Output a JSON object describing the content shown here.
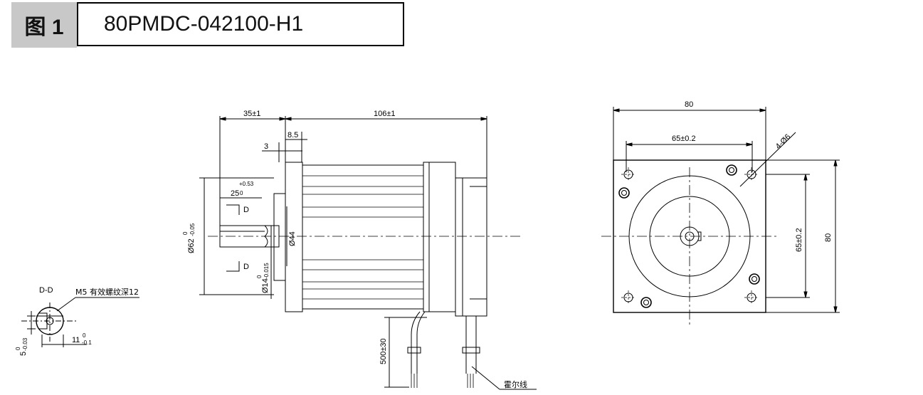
{
  "header": {
    "figure_label": "图 1",
    "model": "80PMDC-042100-H1"
  },
  "section_dd": {
    "title": "D-D",
    "thread_note": "M5 有效螺纹深12",
    "dim_5": "5",
    "dim_5_tol": "-0.03",
    "dim_5_tol_up": "0",
    "dim_11": "11",
    "dim_11_tol": "-0.1",
    "dim_11_tol_up": "0"
  },
  "side_view": {
    "shaft_length": "35±1",
    "body_length": "106±1",
    "flange_8_5": "8.5",
    "step_3": "3",
    "key_25": "25",
    "key_25_tol_up": "+0.53",
    "key_25_tol_dn": "0",
    "section_mark_top": "D",
    "section_mark_bottom": "D",
    "dia_62": "Ø62",
    "dia_62_tol_up": "0",
    "dia_62_tol_dn": "-0.05",
    "dia_44": "Ø44",
    "dia_14": "Ø14",
    "dia_14_tol_up": "0",
    "dia_14_tol_dn": "-0.015",
    "lead_length": "500±30",
    "hall_wire": "霍尔线"
  },
  "front_view": {
    "width": "80",
    "hole_spacing_h": "65±0.2",
    "holes": "4-Ø6",
    "hole_spacing_v": "65±0.2",
    "height": "80"
  }
}
